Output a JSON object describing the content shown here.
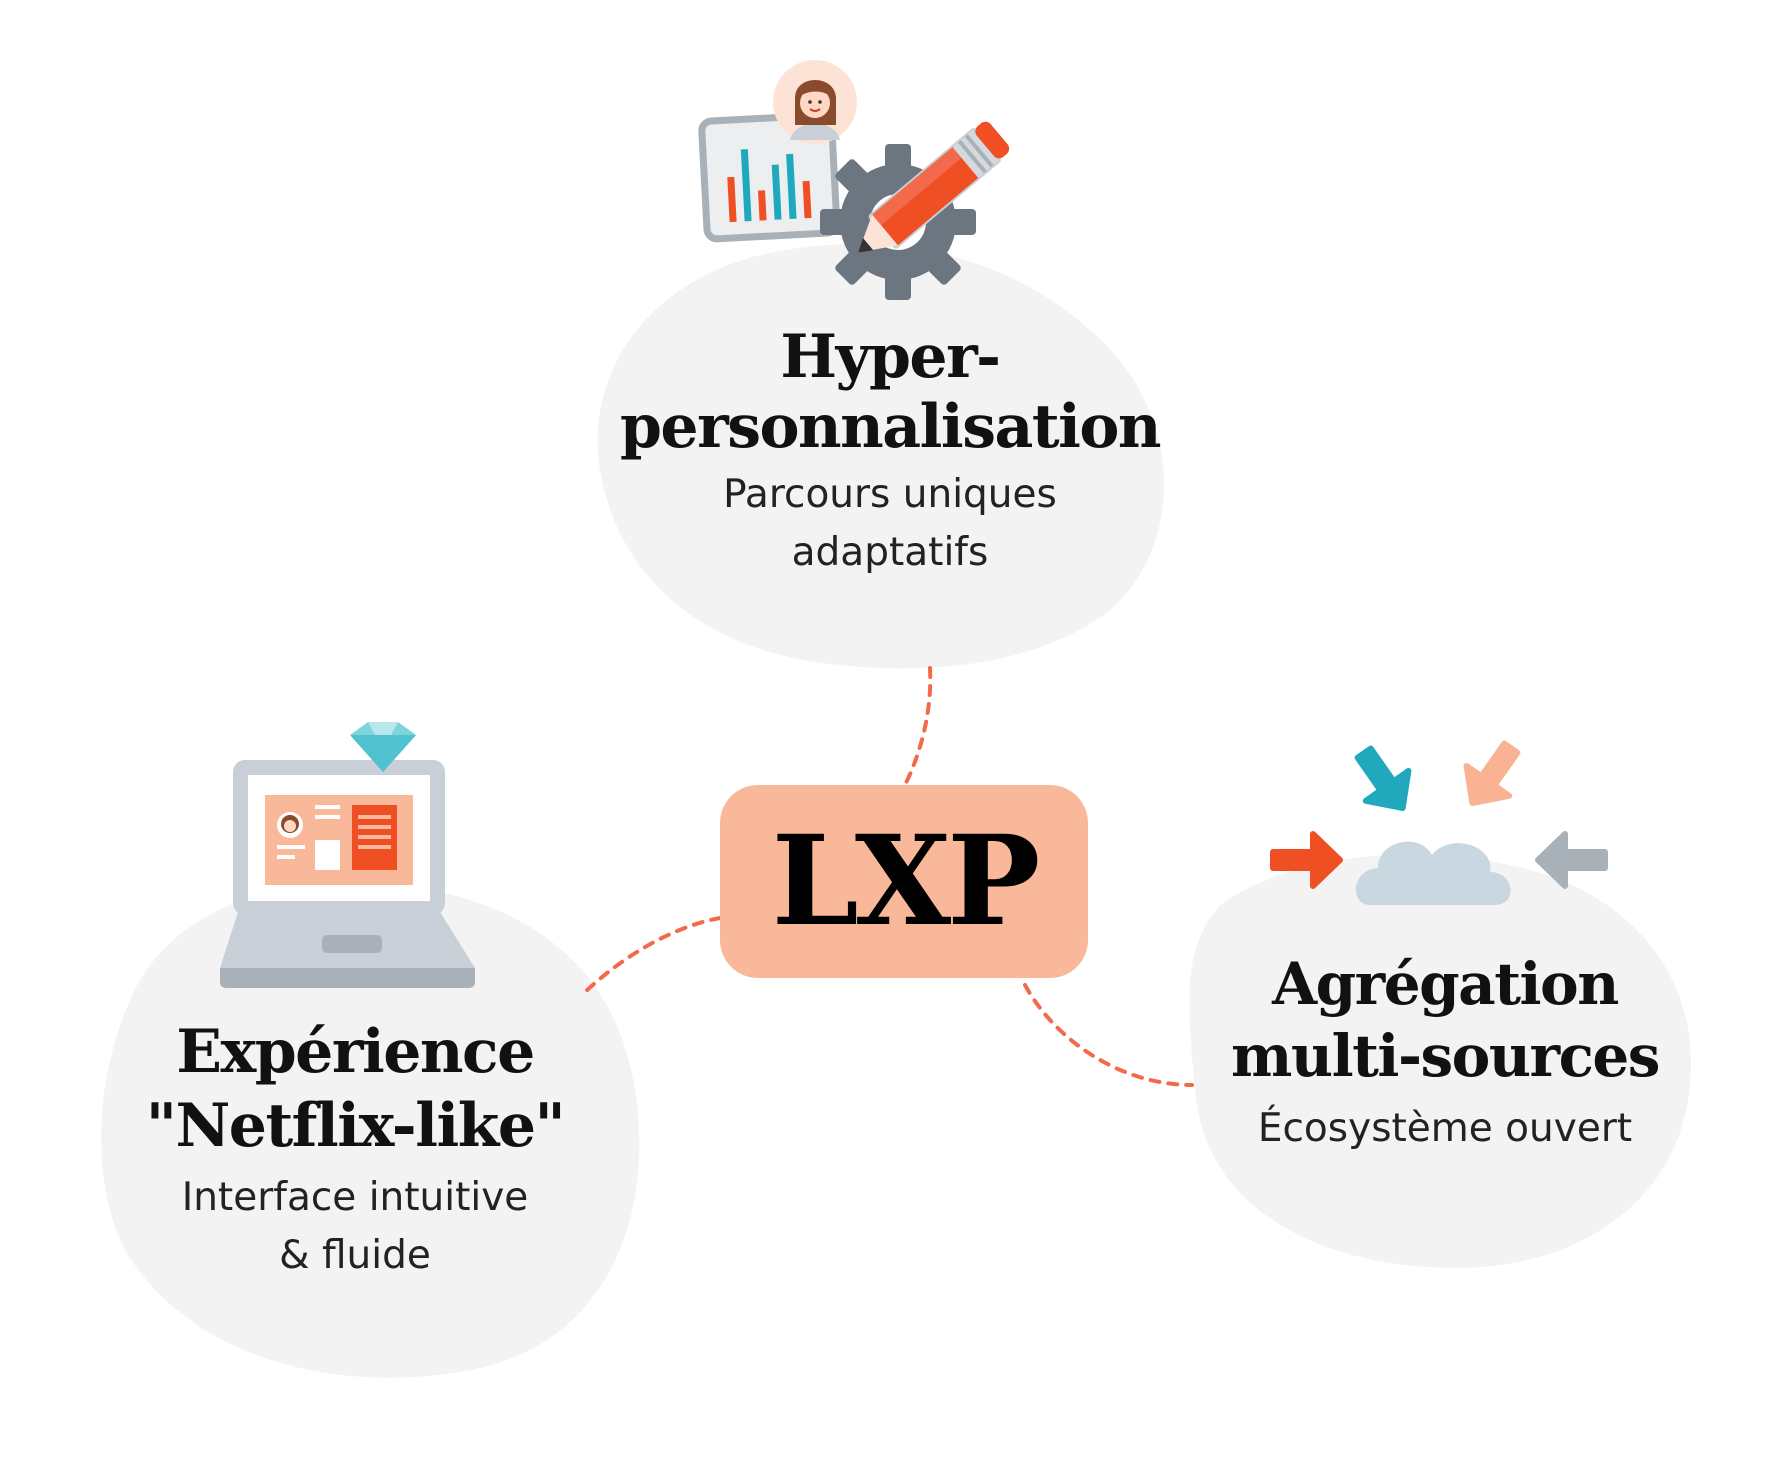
{
  "center": {
    "label": "LXP"
  },
  "nodes": [
    {
      "id": "hyper",
      "title_line1": "Hyper-",
      "title_line2": "personnalisation",
      "sub_line1": "Parcours uniques",
      "sub_line2": "adaptatifs",
      "icon": "dashboard-gear-pencil-icon"
    },
    {
      "id": "netflix",
      "title_line1": "Expérience",
      "title_line2": "\"Netflix-like\"",
      "sub_line1": "Interface intuitive",
      "sub_line2": "& fluide",
      "icon": "laptop-diamond-icon"
    },
    {
      "id": "agregation",
      "title_line1": "Agrégation",
      "title_line2": "multi-sources",
      "sub_line1": "Écosystème ouvert",
      "icon": "cloud-arrows-icon"
    }
  ],
  "colors": {
    "blob": "#f3f3f3",
    "center_box": "#fab89b",
    "connector": "#f26a4b",
    "accent_red": "#f04e23",
    "accent_teal": "#20a9bd",
    "accent_peach": "#f9b394",
    "gray": "#6b7680"
  }
}
